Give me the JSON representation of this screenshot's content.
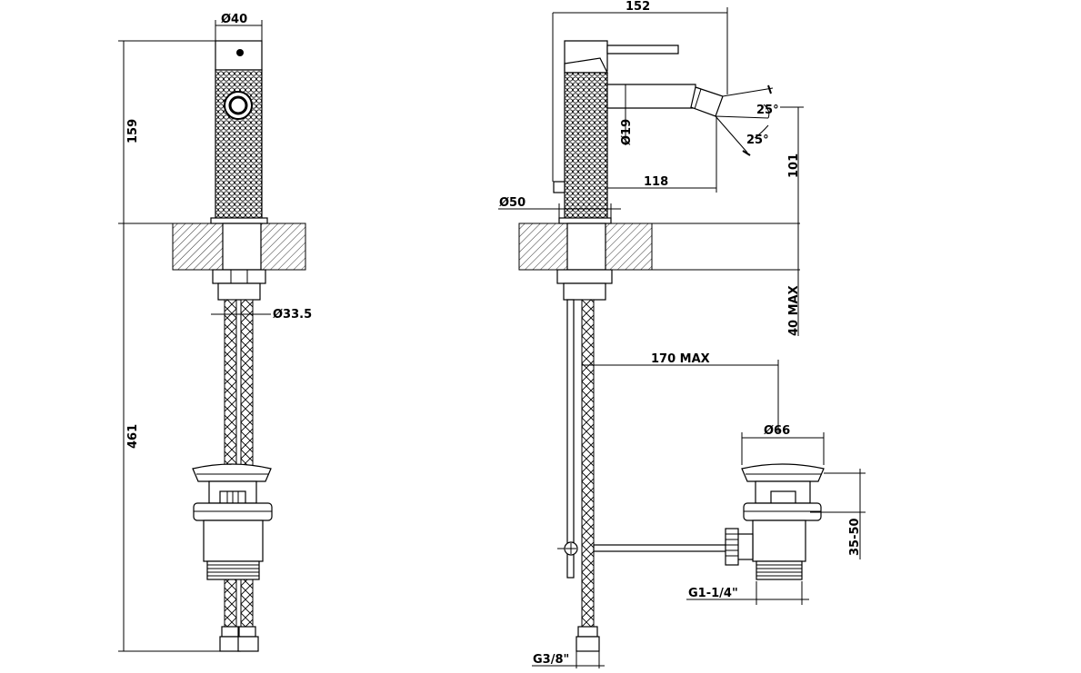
{
  "drawing": {
    "colors": {
      "line": "#000000",
      "background": "#ffffff"
    },
    "front_view": {
      "dims": {
        "d_top": "Ø40",
        "h_body": "159",
        "h_total": "461",
        "d_shank": "Ø33.5"
      }
    },
    "side_view": {
      "dims": {
        "width": "152",
        "spout_d": "Ø19",
        "reach": "118",
        "base_d": "Ø50",
        "height": "101",
        "deck_max": "40 MAX",
        "rod_reach": "170 MAX",
        "waste_d": "Ø66",
        "waste_h": "35-50",
        "waste_thread": "G1-1/4\"",
        "hose_thread": "G3/8\"",
        "angle_up": "25°",
        "angle_down": "25°"
      }
    }
  }
}
